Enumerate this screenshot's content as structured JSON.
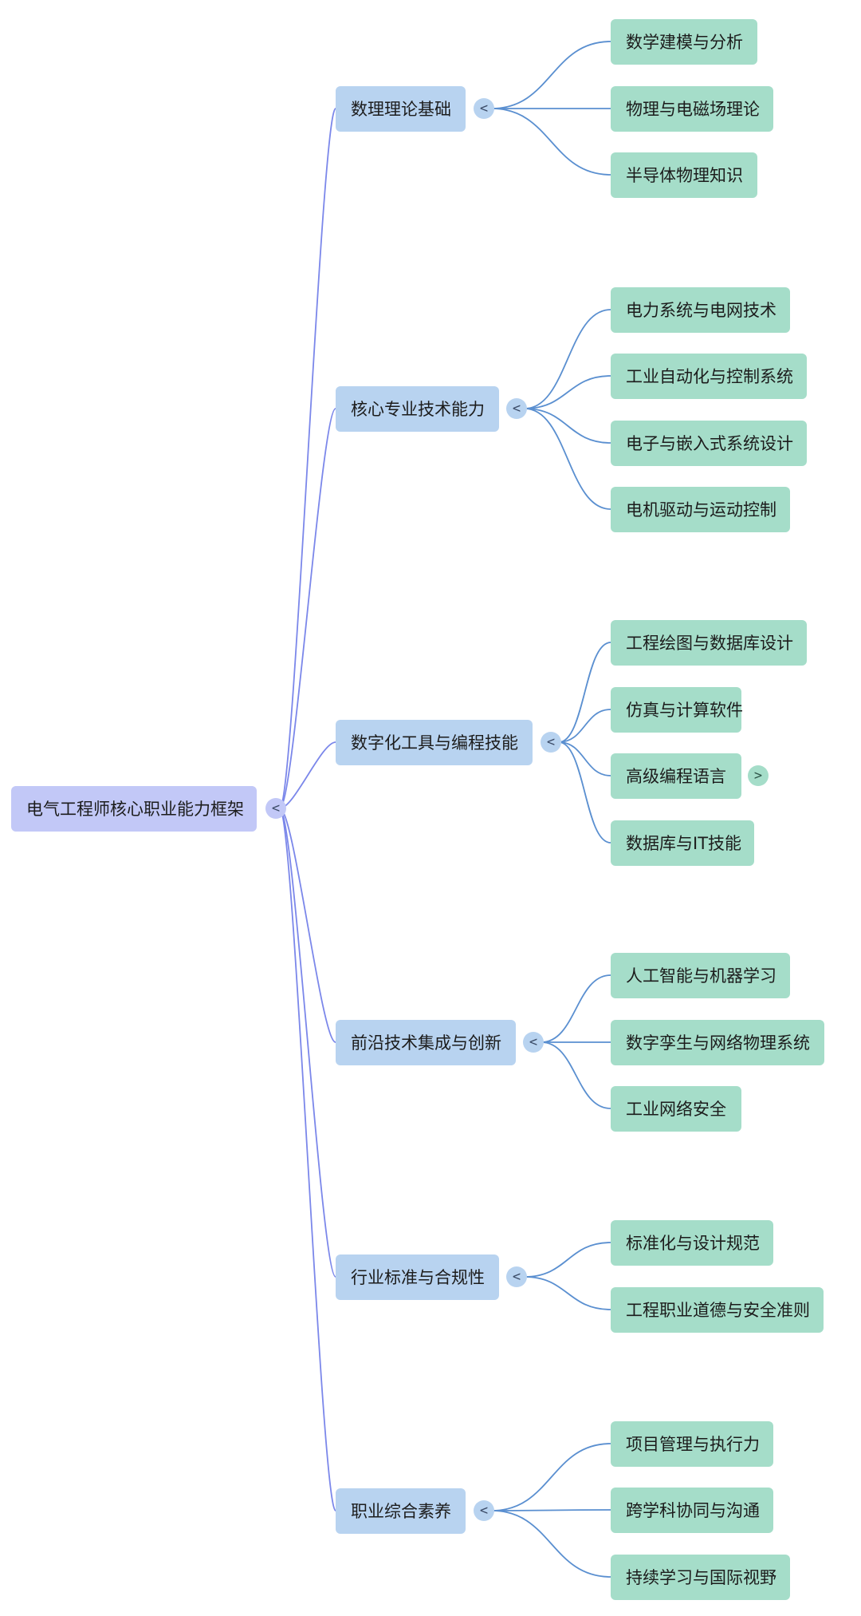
{
  "colors": {
    "root_fill": "#c2c8f7",
    "branch_fill": "#b8d3f0",
    "leaf_fill": "#a5ddc9",
    "root_link": "#7b87ea",
    "branch_link": "#5a8fd0",
    "text": "#1c1c1c"
  },
  "mindmap": {
    "root": {
      "label": "电气工程师核心职业能力框架",
      "toggle": "<"
    },
    "branches": [
      {
        "label": "数理理论基础",
        "toggle": "<",
        "children": [
          {
            "label": "数学建模与分析"
          },
          {
            "label": "物理与电磁场理论"
          },
          {
            "label": "半导体物理知识"
          }
        ]
      },
      {
        "label": "核心专业技术能力",
        "toggle": "<",
        "children": [
          {
            "label": "电力系统与电网技术"
          },
          {
            "label": "工业自动化与控制系统"
          },
          {
            "label": "电子与嵌入式系统设计"
          },
          {
            "label": "电机驱动与运动控制"
          }
        ]
      },
      {
        "label": "数字化工具与编程技能",
        "toggle": "<",
        "children": [
          {
            "label": "工程绘图与数据库设计"
          },
          {
            "label": "仿真与计算软件"
          },
          {
            "label": "高级编程语言",
            "toggle": ">"
          },
          {
            "label": "数据库与IT技能"
          }
        ]
      },
      {
        "label": "前沿技术集成与创新",
        "toggle": "<",
        "children": [
          {
            "label": "人工智能与机器学习"
          },
          {
            "label": "数字孪生与网络物理系统"
          },
          {
            "label": "工业网络安全"
          }
        ]
      },
      {
        "label": "行业标准与合规性",
        "toggle": "<",
        "children": [
          {
            "label": "标准化与设计规范"
          },
          {
            "label": "工程职业道德与安全准则"
          }
        ]
      },
      {
        "label": "职业综合素养",
        "toggle": "<",
        "children": [
          {
            "label": "项目管理与执行力"
          },
          {
            "label": "跨学科协同与沟通"
          },
          {
            "label": "持续学习与国际视野"
          }
        ]
      }
    ]
  }
}
